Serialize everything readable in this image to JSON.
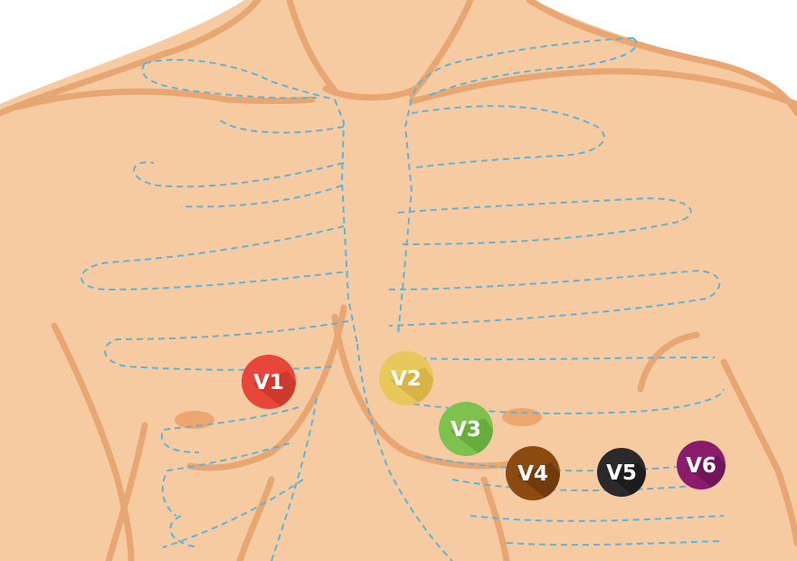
{
  "diagram": {
    "colors": {
      "background": "#ffffff",
      "skin": "#f7cba1",
      "outline": "#e8a772",
      "nipple": "#eea66f",
      "rib_dash": "#5fb3d9"
    },
    "electrodes": [
      {
        "id": "v1",
        "label": "V1",
        "color": "#e8463a",
        "shadow": "#b83025"
      },
      {
        "id": "v2",
        "label": "V2",
        "color": "#e8c85a",
        "shadow": "#c9a23a"
      },
      {
        "id": "v3",
        "label": "V3",
        "color": "#7dc24e",
        "shadow": "#5a9a32"
      },
      {
        "id": "v4",
        "label": "V4",
        "color": "#8b4a10",
        "shadow": "#5e300a"
      },
      {
        "id": "v5",
        "label": "V5",
        "color": "#2a2a2a",
        "shadow": "#111111"
      },
      {
        "id": "v6",
        "label": "V6",
        "color": "#8a1c6c",
        "shadow": "#5c1048"
      }
    ]
  }
}
